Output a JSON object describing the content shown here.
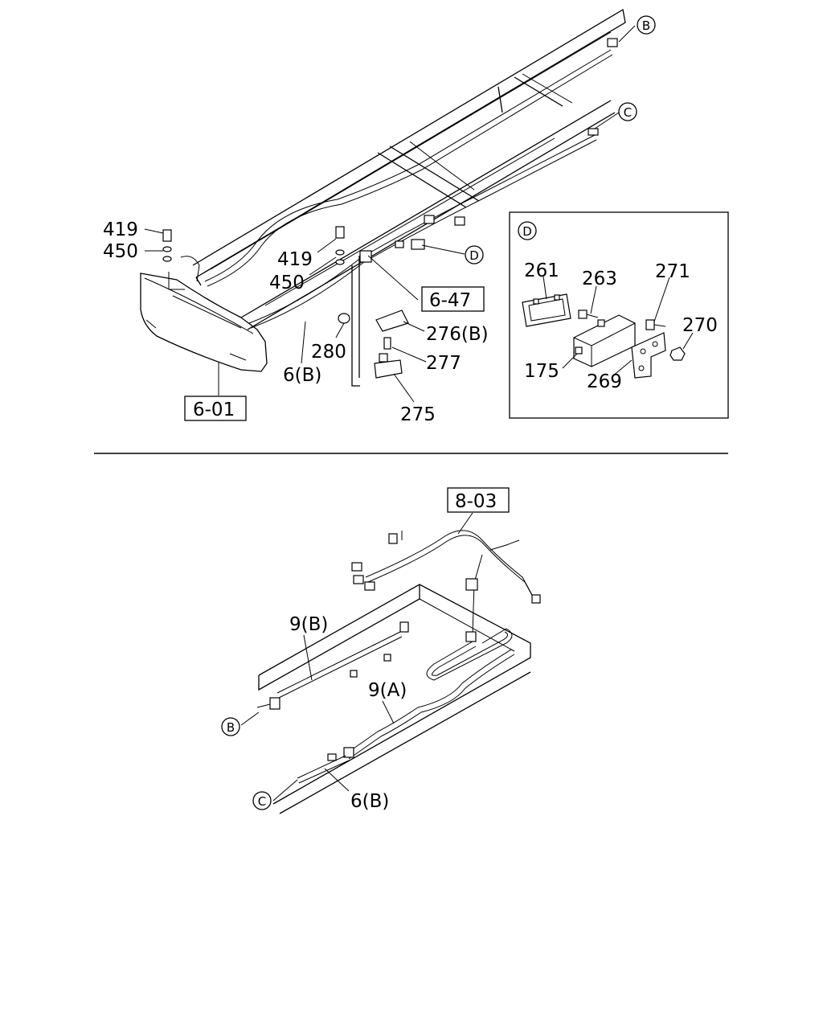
{
  "top": {
    "labels": {
      "p419_a": "419",
      "p450_a": "450",
      "p419_b": "419",
      "p450_b": "450",
      "p280": "280",
      "p6b": "6(B)",
      "p276b": "276(B)",
      "p277": "277",
      "p275": "275"
    },
    "refs": {
      "r601": "6-01",
      "r647": "6-47"
    },
    "circles": {
      "B": "B",
      "C": "C",
      "D": "D"
    }
  },
  "detail_d": {
    "title": "D",
    "labels": {
      "p261": "261",
      "p263": "263",
      "p271": "271",
      "p270": "270",
      "p175": "175",
      "p269": "269"
    }
  },
  "bottom": {
    "refs": {
      "r803": "8-03"
    },
    "labels": {
      "p9b": "9(B)",
      "p9a": "9(A)",
      "p6b": "6(B)"
    },
    "circles": {
      "B": "B",
      "C": "C"
    }
  }
}
